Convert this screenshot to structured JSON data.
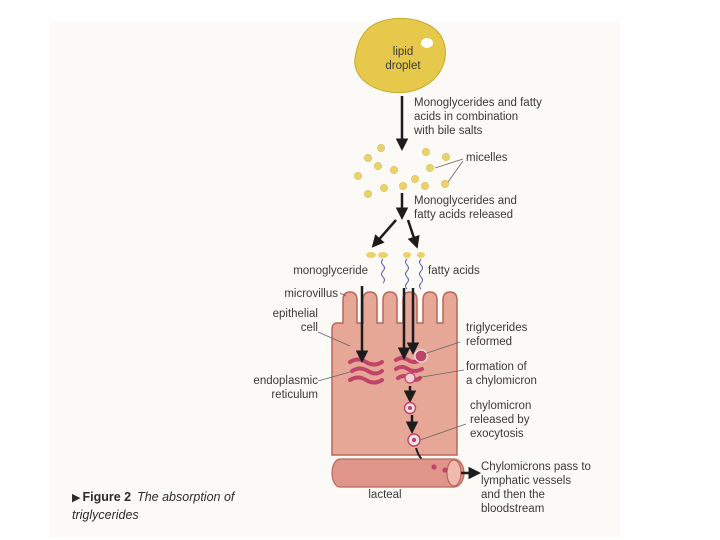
{
  "labels": {
    "lipid_droplet": "lipid\ndroplet",
    "combination": "Monoglycerides and fatty\nacids in combination\nwith bile salts",
    "micelles": "micelles",
    "released": "Monoglycerides and\nfatty acids released",
    "monoglyceride": "monoglyceride",
    "fatty_acids": "fatty acids",
    "microvillus": "microvillus",
    "epithelial_cell": "epithelial\ncell",
    "triglycerides_reformed": "triglycerides\nreformed",
    "formation": "formation of\na chylomicron",
    "endoplasmic_reticulum": "endoplasmic\nreticulum",
    "chylomicron_released": "chylomicron\nreleased by\nexocytosis",
    "lacteal": "lacteal",
    "chylomicrons_pass": "Chylomicrons pass to\nlymphatic vessels\nand then the\nbloodstream"
  },
  "caption": {
    "figure": "Figure 2",
    "text": "The absorption of triglycerides"
  },
  "colors": {
    "lipid": "#e6c84a",
    "micelle": "#ecd26a",
    "cell": "#e6a796",
    "cell_edge": "#b9675a",
    "er": "#c0436a",
    "lacteal": "#e0958a",
    "arrow": "#1c1c1c"
  }
}
